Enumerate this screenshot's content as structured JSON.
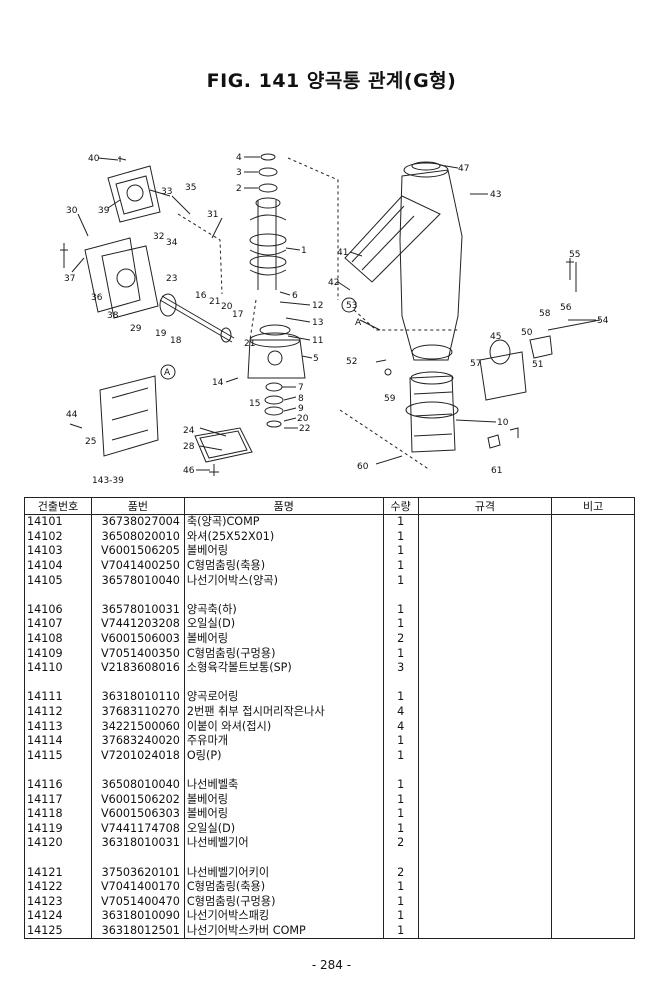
{
  "title": "FIG. 141 양곡통 관계(G형)",
  "diagram_labels": [
    "40",
    "39",
    "33",
    "35",
    "32",
    "34",
    "31",
    "30",
    "37",
    "36",
    "38",
    "29",
    "23",
    "19",
    "18",
    "16",
    "21",
    "17",
    "20",
    "4",
    "3",
    "2",
    "1",
    "6",
    "12",
    "13",
    "11",
    "5",
    "7",
    "8",
    "9",
    "20",
    "22",
    "21",
    "14",
    "15",
    "A",
    "44",
    "25",
    "143-39",
    "24",
    "28",
    "46",
    "47",
    "43",
    "41",
    "42",
    "A",
    "53",
    "52",
    "59",
    "55",
    "56",
    "54",
    "58",
    "50",
    "45",
    "57",
    "51",
    "10",
    "60",
    "61"
  ],
  "table": {
    "headers": [
      "건출번호",
      "품번",
      "품명",
      "수량",
      "규격",
      "비고"
    ],
    "groups": [
      [
        {
          "no": "14101",
          "part": "36738027004",
          "name": "축(양곡)COMP",
          "qty": "1"
        },
        {
          "no": "14102",
          "part": "36508020010",
          "name": "와셔(25X52X01)",
          "qty": "1"
        },
        {
          "no": "14103",
          "part": "V6001506205",
          "name": "볼베어링",
          "qty": "1"
        },
        {
          "no": "14104",
          "part": "V7041400250",
          "name": "C형멈춤링(축용)",
          "qty": "1"
        },
        {
          "no": "14105",
          "part": "36578010040",
          "name": "나선기어박스(양곡)",
          "qty": "1"
        }
      ],
      [
        {
          "no": "14106",
          "part": "36578010031",
          "name": "양곡축(하)",
          "qty": "1"
        },
        {
          "no": "14107",
          "part": "V7441203208",
          "name": "오일실(D)",
          "qty": "1"
        },
        {
          "no": "14108",
          "part": "V6001506003",
          "name": "볼베어링",
          "qty": "2"
        },
        {
          "no": "14109",
          "part": "V7051400350",
          "name": "C형멈춤링(구멍용)",
          "qty": "1"
        },
        {
          "no": "14110",
          "part": "V2183608016",
          "name": "소형육각볼트보통(SP)",
          "qty": "3"
        }
      ],
      [
        {
          "no": "14111",
          "part": "36318010110",
          "name": "양곡로어링",
          "qty": "1"
        },
        {
          "no": "14112",
          "part": "37683110270",
          "name": "2번팬 취부 접시머리작은나사",
          "qty": "4"
        },
        {
          "no": "14113",
          "part": "34221500060",
          "name": "이붙이 와셔(접시)",
          "qty": "4"
        },
        {
          "no": "14114",
          "part": "37683240020",
          "name": "주유마개",
          "qty": "1"
        },
        {
          "no": "14115",
          "part": "V7201024018",
          "name": "O링(P)",
          "qty": "1"
        }
      ],
      [
        {
          "no": "14116",
          "part": "36508010040",
          "name": "나선베벨축",
          "qty": "1"
        },
        {
          "no": "14117",
          "part": "V6001506202",
          "name": "볼베어링",
          "qty": "1"
        },
        {
          "no": "14118",
          "part": "V6001506303",
          "name": "볼베어링",
          "qty": "1"
        },
        {
          "no": "14119",
          "part": "V7441174708",
          "name": "오일실(D)",
          "qty": "1"
        },
        {
          "no": "14120",
          "part": "36318010031",
          "name": "나선베벨기어",
          "qty": "2"
        }
      ],
      [
        {
          "no": "14121",
          "part": "37503620101",
          "name": "나선베벨기어키이",
          "qty": "2"
        },
        {
          "no": "14122",
          "part": "V7041400170",
          "name": "C형멈춤링(축용)",
          "qty": "1"
        },
        {
          "no": "14123",
          "part": "V7051400470",
          "name": "C형멈춤링(구멍용)",
          "qty": "1"
        },
        {
          "no": "14124",
          "part": "36318010090",
          "name": "  나선기어박스패킹",
          "qty": "1"
        },
        {
          "no": "14125",
          "part": "36318012501",
          "name": "나선기어박스카버  COMP",
          "qty": "1"
        }
      ]
    ]
  },
  "page_number": "- 284 -"
}
